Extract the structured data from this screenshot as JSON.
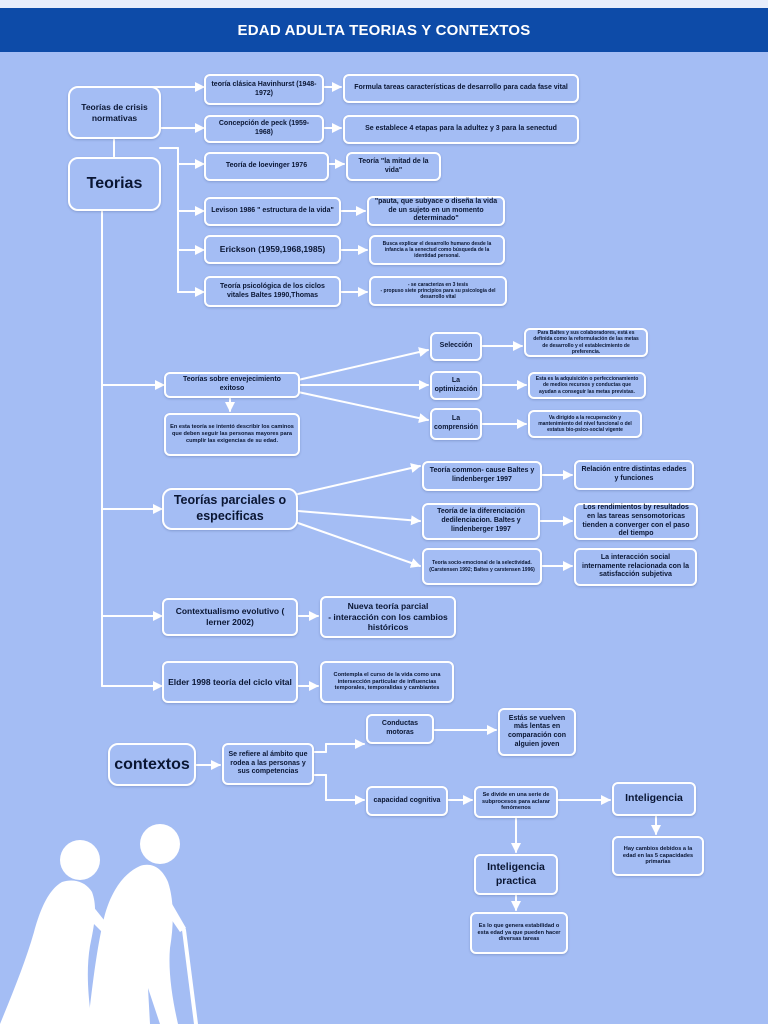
{
  "header": {
    "title": "EDAD ADULTA TEORIAS Y CONTEXTOS"
  },
  "nodes": {
    "crisis": "Teorías de crisis normativas",
    "teorias": "Teorias",
    "havinhurst": "teoría clásica Havinhurst  (1948-1972)",
    "havinhurst_desc": "Formula tareas características de desarrollo para cada fase vital",
    "peck": "Concepción de peck (1959-1968)",
    "peck_desc": "Se establece 4 etapas para la adultez y 3 para la senectud",
    "loevinger": "Teoría de loevinger 1976",
    "loevinger_desc": "Teoría \"la mitad de la vida\"",
    "levison": "Levison 1986 \" estructura de la vida\"",
    "levison_desc": "\"pauta, que subyace o diseña la vida de un sujeto en un momento determinado\"",
    "erickson": "Erickson (1959,1968,1985)",
    "erickson_desc": "Busca explicar el desarrollo humano desde la infancia a la senectud como búsqueda de la identidad personal.",
    "baltes": "Teoría psicológica de los ciclos vitales Baltes 1990,Thomas",
    "baltes_desc": "- se caracteriza en 3 tesis\n- propuso siete principios para su psicología del desarrollo vital",
    "exitoso": "Teorías sobre envejecimiento exitoso",
    "exitoso_desc": "En esta teoría se intentó describir los caminos que  deben seguir las personas mayores para cumplir las exigencias de su edad.",
    "seleccion": "Selección",
    "seleccion_desc": "Para Baltes y sus colaboradores, está es definida como la reformulación de las metas de desarrollo y el establecimiento de preferencia.",
    "optimizacion": "La optimización",
    "optimizacion_desc": "Esta es la adquisición o perfeccionamiento de medios recursos y conductas que ayudan a conseguir las metas previstas.",
    "comprension": "La comprensión",
    "comprension_desc": "Va dirigido a la recuperación y mantenimiento del nivel funcional o del estatus bio-psico-social vigente",
    "parciales": "Teorías parciales o especificas",
    "common": "Teoría common- cause Baltes y lindenberger 1997",
    "common_desc": "Relación entre distintas edades y funciones",
    "dediferenciacion": "Teoría de la diferenciación dedilenciacion. Baltes y lindenberger 1997",
    "dediferenciacion_desc": "Los rendimientos by resultados en las tareas sensomotoricas tienden a converger con el paso del tiempo",
    "socioemocional": "Teoría socio-emocional de la selectividad. (Carstensen 1992; Baltes y carstensen 1996)",
    "socioemocional_desc": "La interacción social internamente relacionada con la satisfacción subjetiva",
    "contextualismo": "Contextualismo evolutivo ( lerner 2002)",
    "contextualismo_desc": "Nueva teoría parcial\n- interacción con los cambios históricos",
    "elder": "Elder 1998 teoría del ciclo vital",
    "elder_desc": "Contempla el curso de la vida como una intersección particular de influencias temporales, temporalidas y cambiantes",
    "contextos": "contextos",
    "ambito": "Se refiere al ámbito que rodea a las personas y sus competencias",
    "motoras": "Conductas motoras",
    "motoras_desc": "Estás se vuelven más lentas en comparación con alguien joven",
    "cognitiva": "capacidad cognitiva",
    "subprocesos": "Se divide en una serie de subprocesos para aclarar fenómenos",
    "inteligencia": "Inteligencia",
    "inteligencia_desc": "Hay cambios debidos a la edad en las 5 capacidades primarias",
    "practica": "Inteligencia practica",
    "practica_desc": "Es lo que genera estabilidad o esta edad ya que pueden hacer diversas tareas"
  },
  "colors": {
    "header": "#0d4ba8",
    "background": "#a4bdf4",
    "line": "#ffffff",
    "text": "#0a1633"
  },
  "icons": {
    "illustration": "elderly-couple-with-canes-silhouette"
  }
}
